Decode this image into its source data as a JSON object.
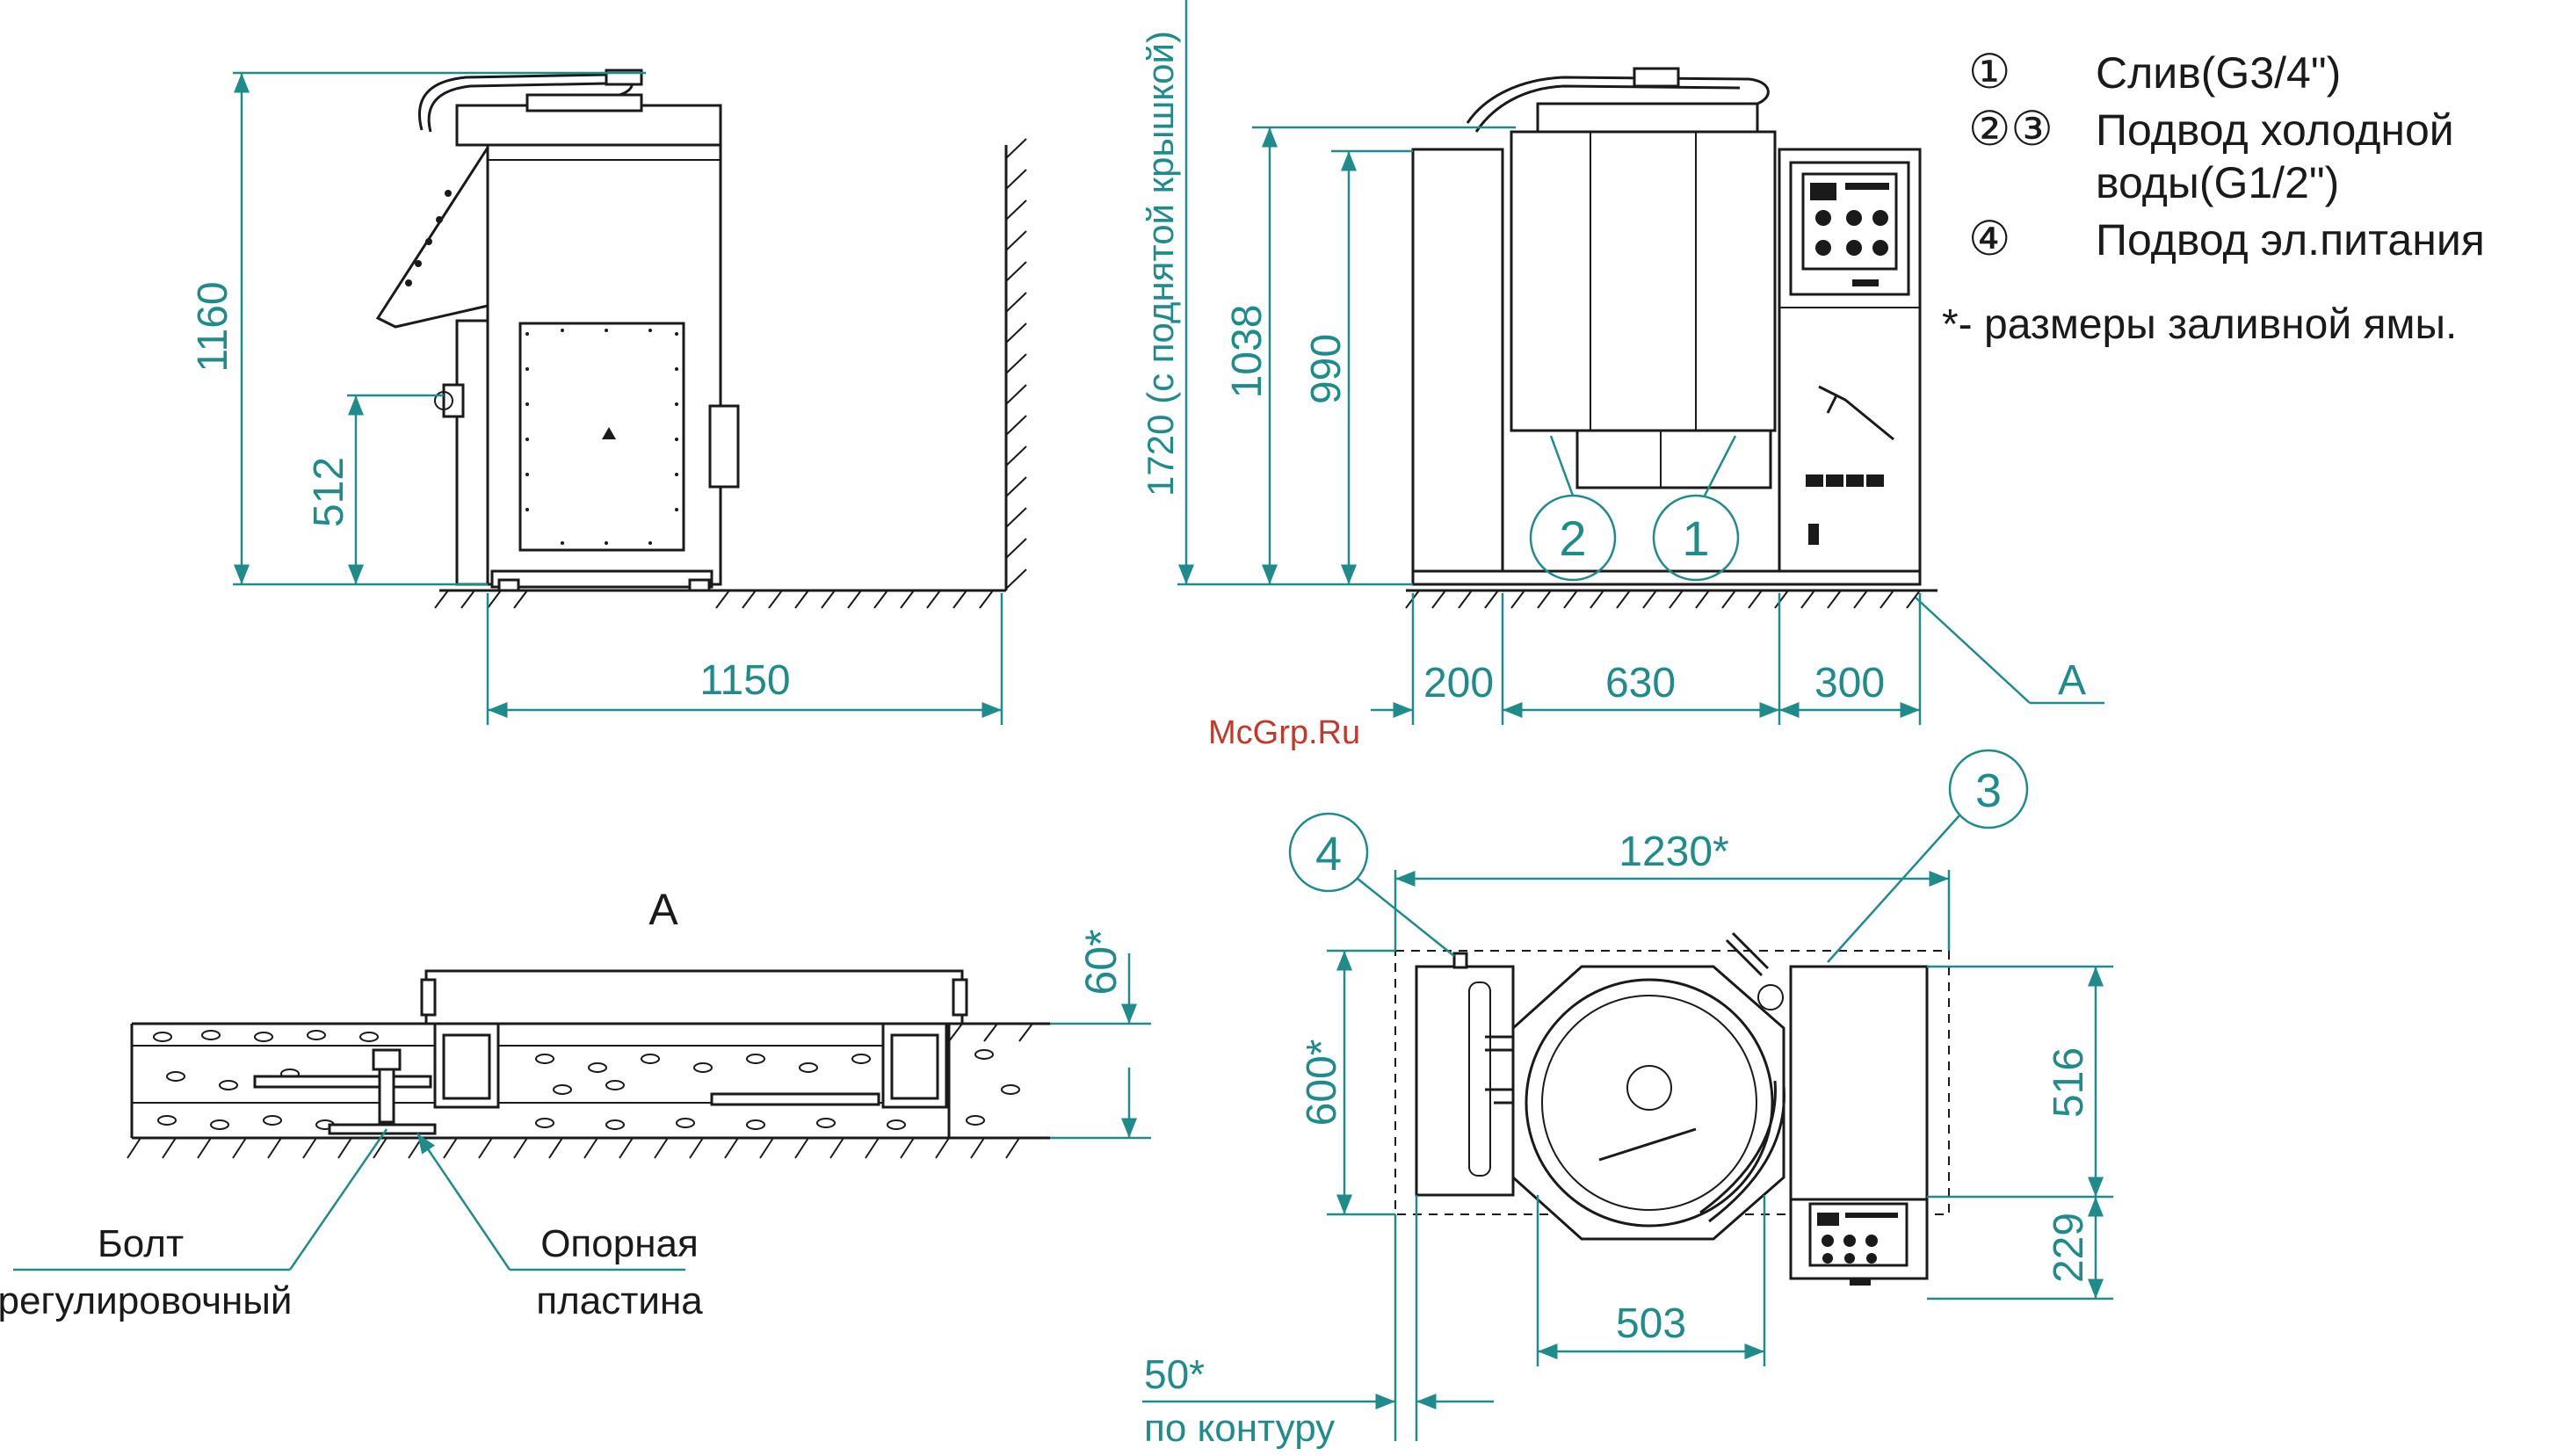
{
  "watermark": "McGrp.Ru",
  "legend": {
    "items": [
      {
        "marker": "①",
        "text": "Слив(G3/4\")"
      },
      {
        "marker": "②③",
        "text": "Подвод холодной"
      },
      {
        "marker": "",
        "text": "воды(G1/2\")"
      },
      {
        "marker": "④",
        "text": "Подвод эл.питания"
      }
    ],
    "note": "*- размеры заливной ямы."
  },
  "side_view": {
    "dim_height": "1160",
    "dim_outlet": "512",
    "dim_depth": "1150"
  },
  "front_view": {
    "dim_lid_raised": "1720 (с поднятой крышкой)",
    "dim_total": "1038",
    "dim_body": "990",
    "dim_left": "200",
    "dim_center": "630",
    "dim_right": "300",
    "section_mark": "A",
    "callout_2": "2",
    "callout_1": "1"
  },
  "section_a": {
    "title": "A",
    "dim_pit": "60*",
    "label_bolt_1": "Болт",
    "label_bolt_2": "регулировочный",
    "label_plate_1": "Опорная",
    "label_plate_2": "пластина"
  },
  "plan_view": {
    "dim_width": "1230*",
    "dim_depth": "600*",
    "dim_516": "516",
    "dim_229": "229",
    "dim_503": "503",
    "dim_contour_1": "50*",
    "dim_contour_2": "по контуру",
    "callout_4": "4",
    "callout_3": "3"
  }
}
